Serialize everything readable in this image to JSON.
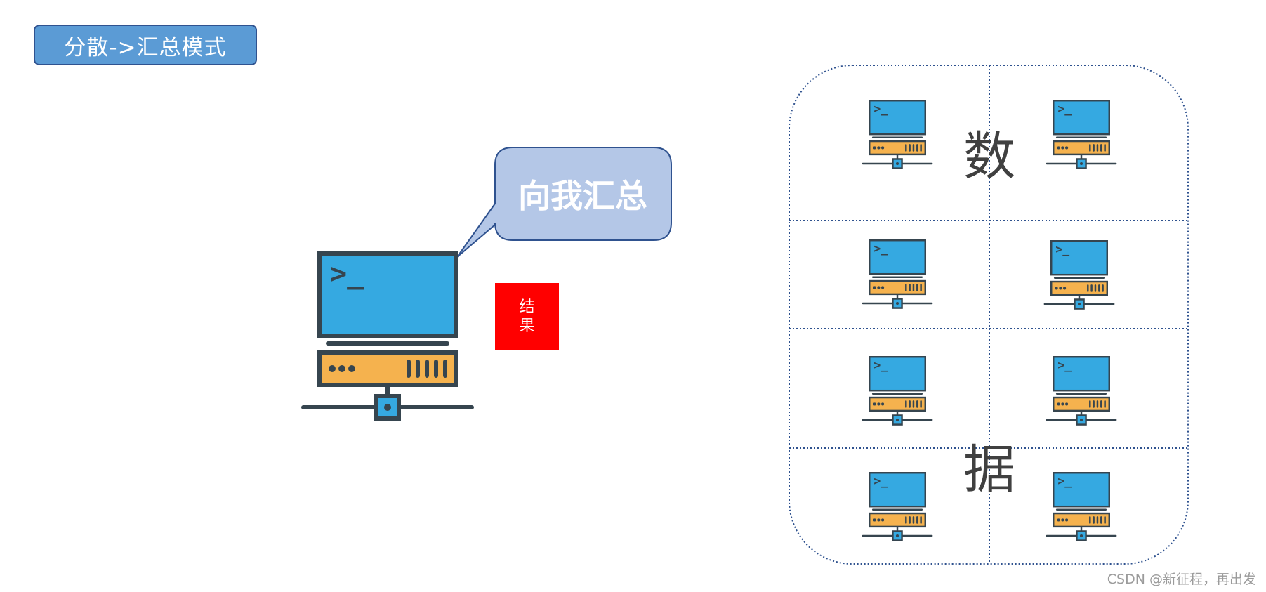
{
  "header": {
    "title": "分散->汇总模式"
  },
  "aggregator": {
    "speech": "向我汇总",
    "result_label": "结果"
  },
  "data_group": {
    "char_top": "数",
    "char_bottom": "据"
  },
  "icons": {
    "computer": "server-terminal-icon"
  },
  "colors": {
    "title_fill": "#5b9bd5",
    "title_border": "#2f528f",
    "bubble_fill": "#b4c7e7",
    "bubble_border": "#2f528f",
    "screen": "#35a9e1",
    "device_outline": "#36454f",
    "base_unit": "#f5b24e",
    "result_fill": "#ff0000",
    "grid_line": "#2f528f"
  },
  "watermark": "CSDN @新征程，再出发"
}
